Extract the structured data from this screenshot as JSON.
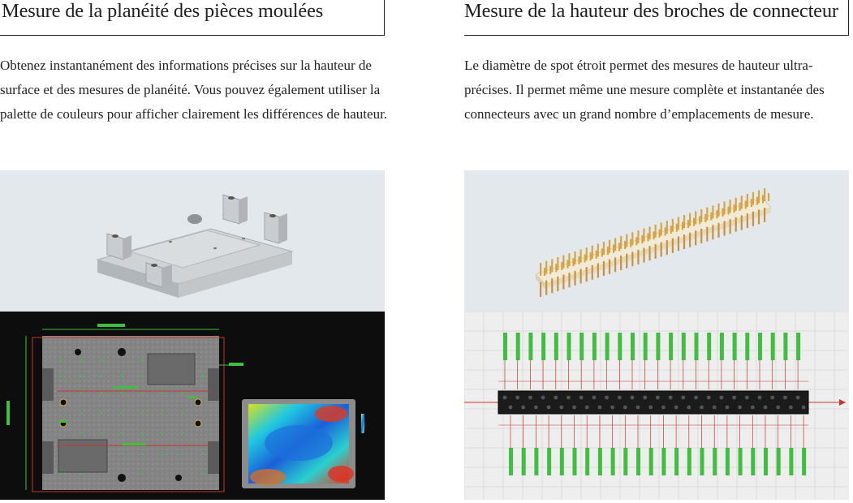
{
  "left": {
    "title": "Mesure de la planéité des pièces moulées",
    "description": "Obtenez instantanément des informations précises sur la hauteur de surface et des mesures de planéité. Vous pouvez également utiliser la palette de couleurs pour afficher clairement les différences de hauteur.",
    "photo_icon": "mold-part-photo",
    "result_icon": "flatness-measurement-screen"
  },
  "right": {
    "title": "Mesure de la hauteur des broches de connecteur",
    "description": "Le diamètre de spot étroit permet des mesures de hauteur ultra-précises. Il permet même une mesure complète et instantanée des connecteurs avec un grand nombre d’emplacements de mesure.",
    "photo_icon": "connector-photo",
    "result_icon": "pin-height-measurement-screen"
  },
  "colors": {
    "figure_top_bg": "#e3e8ec",
    "measure_green": "#3fbf3f",
    "measure_red": "#c0392b"
  }
}
